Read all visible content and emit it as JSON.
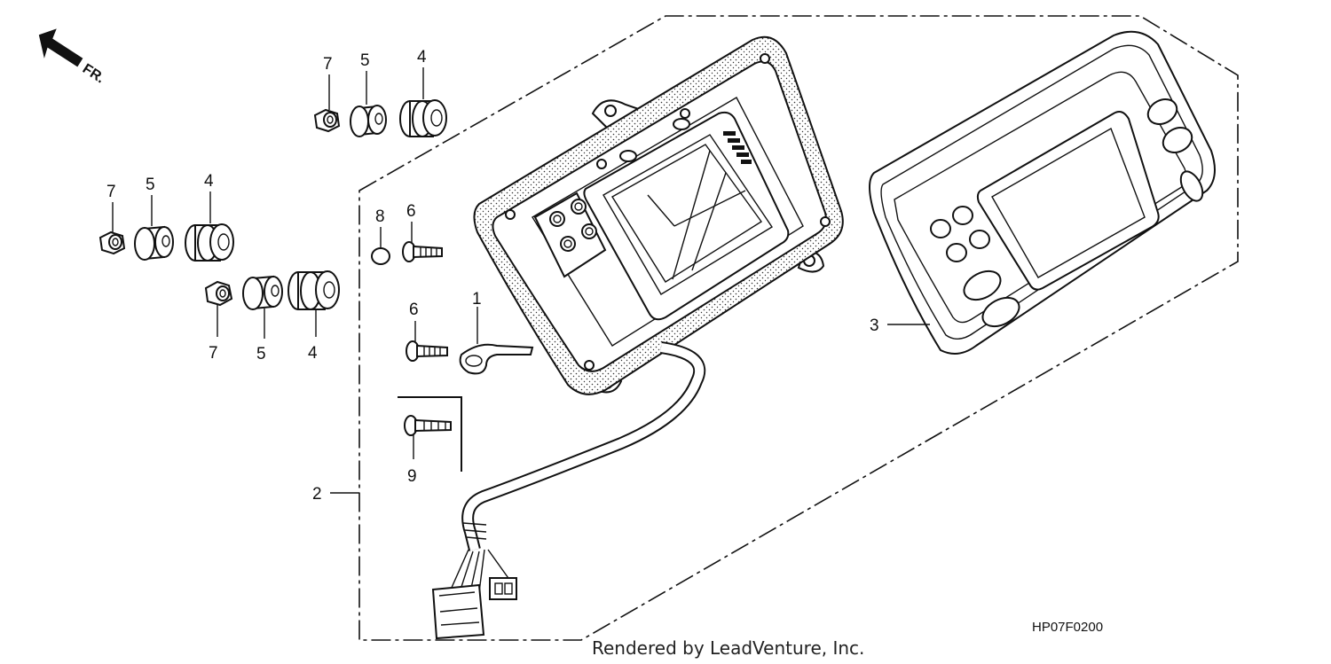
{
  "diagram": {
    "direction_label": "FR.",
    "callouts": {
      "c1": "1",
      "c2": "2",
      "c3": "3",
      "c4a": "4",
      "c4b": "4",
      "c4c": "4",
      "c5a": "5",
      "c5b": "5",
      "c5c": "5",
      "c6a": "6",
      "c6b": "6",
      "c7a": "7",
      "c7b": "7",
      "c7c": "7",
      "c8": "8",
      "c9": "9"
    },
    "diagram_code": "HP07F0200",
    "credit": "Rendered by LeadVenture, Inc."
  }
}
